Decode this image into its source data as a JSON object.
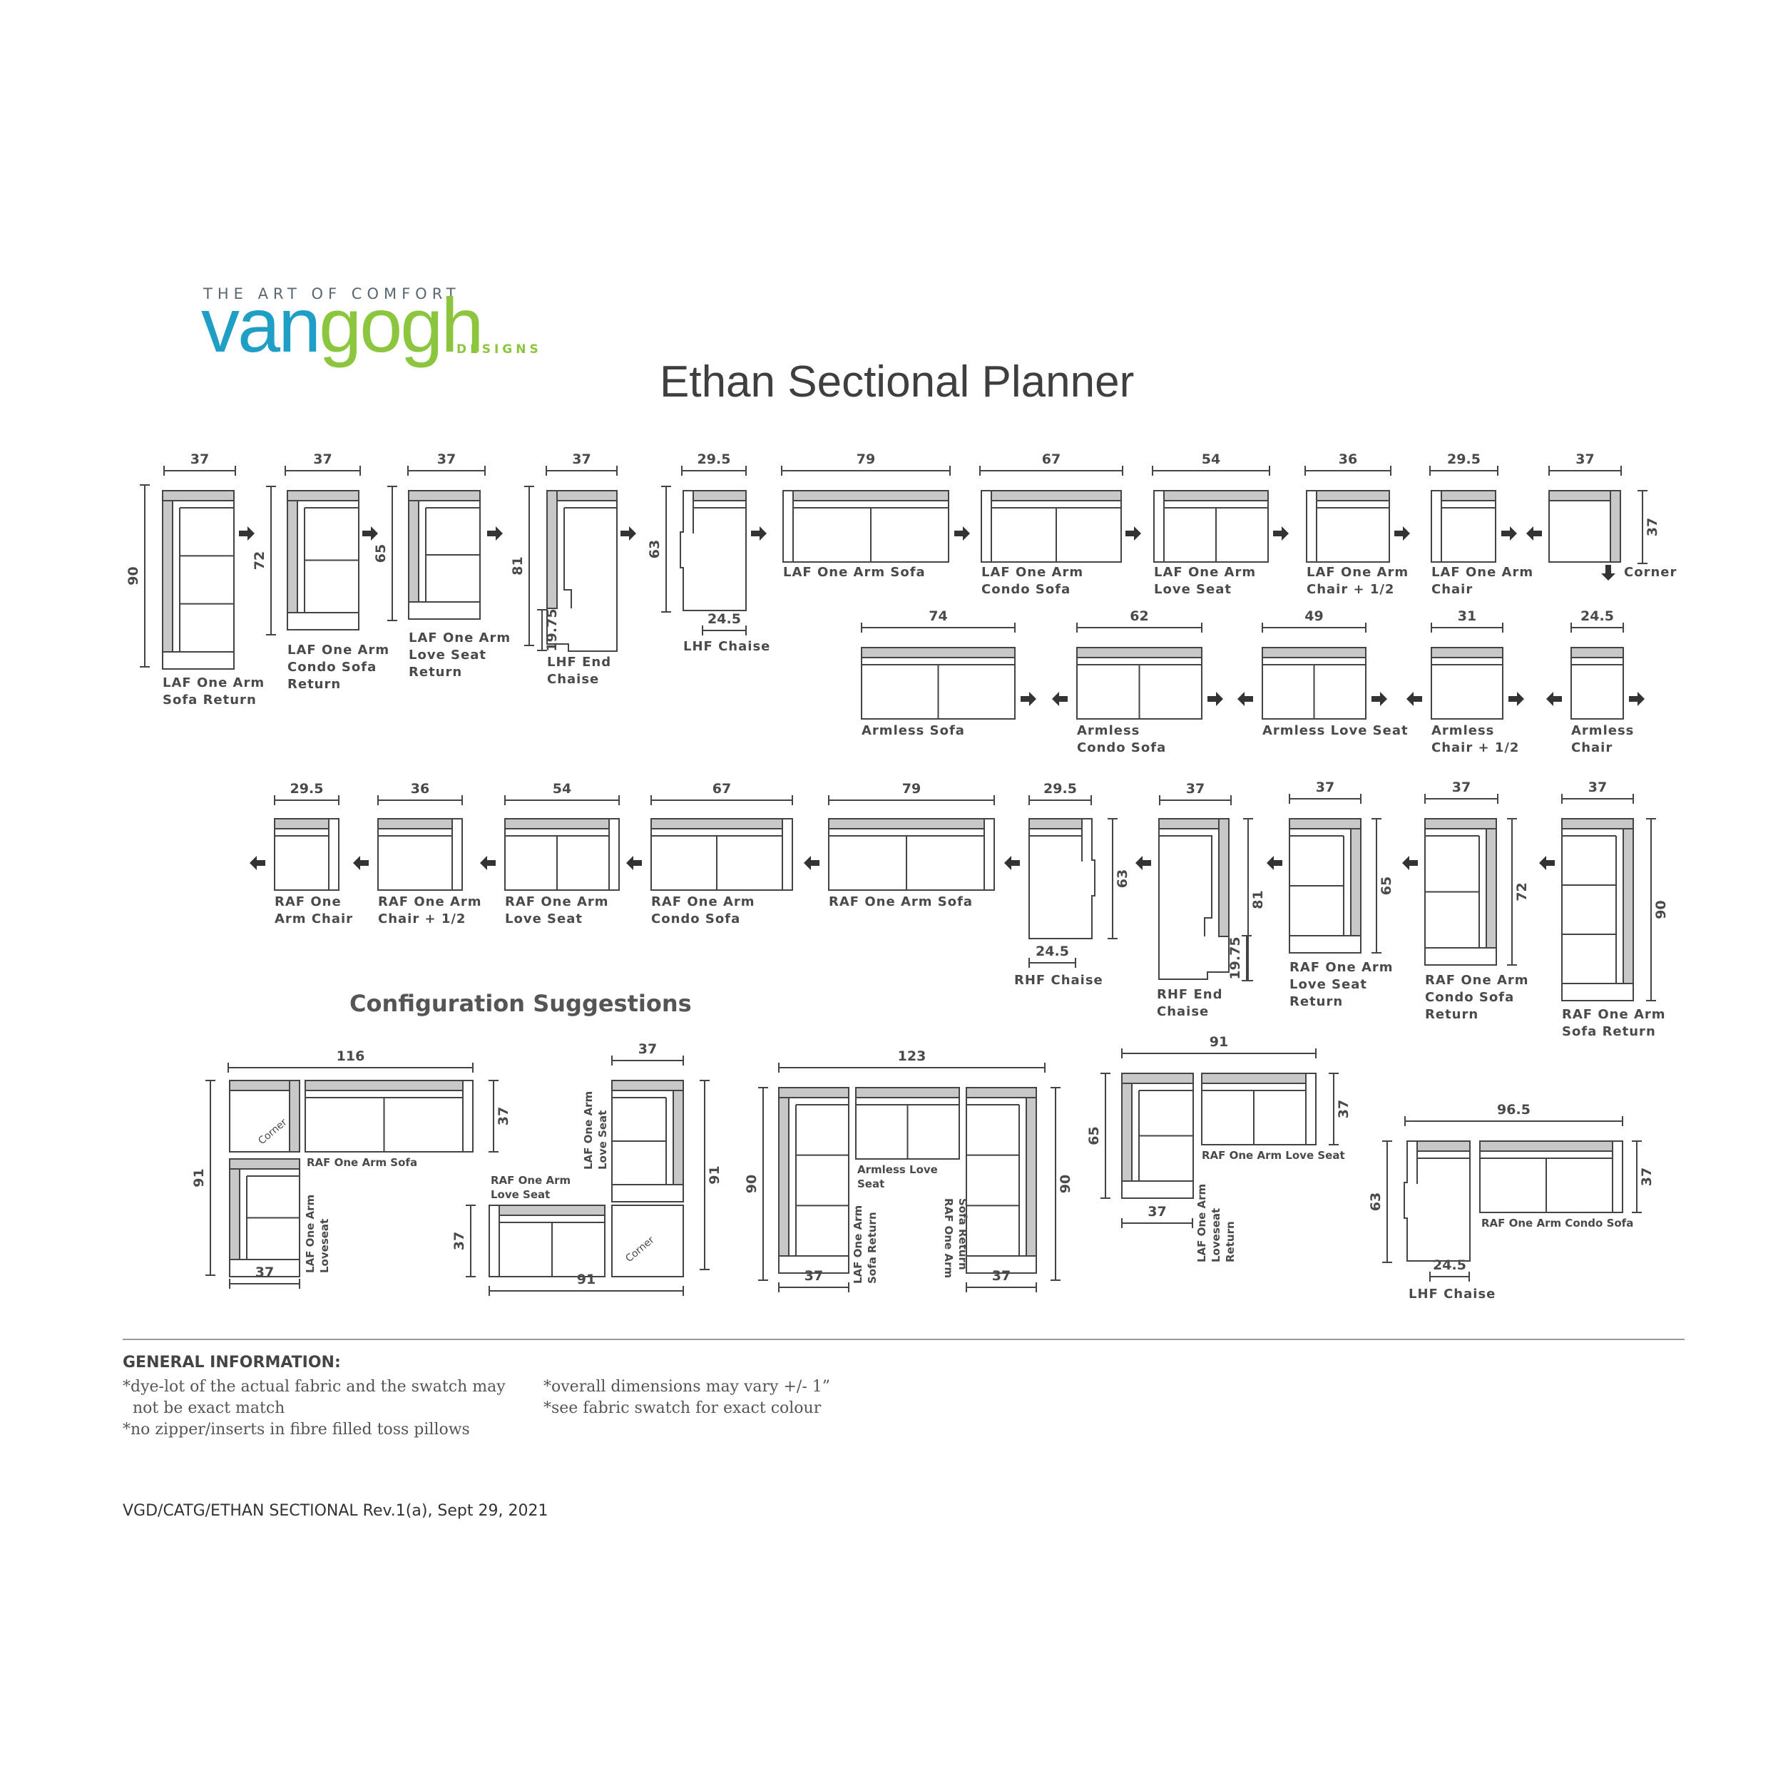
{
  "logo": {
    "tagline": "THE ART OF COMFORT",
    "van": "van",
    "gogh": "gogh",
    "designs": "DESIGNS"
  },
  "title": "Ethan Sectional Planner",
  "pieces_row1": [
    {
      "dims": [
        "37",
        "90"
      ],
      "label": [
        "LAF One Arm",
        "Sofa Return"
      ]
    },
    {
      "dims": [
        "37",
        "72"
      ],
      "label": [
        "LAF One Arm",
        "Condo Sofa",
        "Return"
      ]
    },
    {
      "dims": [
        "37",
        "65"
      ],
      "label": [
        "LAF One Arm",
        "Love Seat",
        "Return"
      ]
    },
    {
      "dims": [
        "37",
        "81",
        "19.75"
      ],
      "label": [
        "LHF End",
        "Chaise"
      ]
    },
    {
      "dims": [
        "29.5",
        "63",
        "24.5"
      ],
      "label": [
        "LHF Chaise"
      ]
    },
    {
      "dims": [
        "79"
      ],
      "label": [
        "LAF One Arm Sofa"
      ]
    },
    {
      "dims": [
        "67"
      ],
      "label": [
        "LAF One Arm",
        "Condo Sofa"
      ]
    },
    {
      "dims": [
        "54"
      ],
      "label": [
        "LAF One Arm",
        "Love Seat"
      ]
    },
    {
      "dims": [
        "36"
      ],
      "label": [
        "LAF One Arm",
        "Chair + 1/2"
      ]
    },
    {
      "dims": [
        "29.5"
      ],
      "label": [
        "LAF One Arm",
        "Chair"
      ]
    },
    {
      "dims": [
        "37",
        "37"
      ],
      "label": [
        "Corner"
      ]
    }
  ],
  "pieces_armless": [
    {
      "dims": [
        "74"
      ],
      "label": [
        "Armless Sofa"
      ]
    },
    {
      "dims": [
        "62"
      ],
      "label": [
        "Armless",
        "Condo Sofa"
      ]
    },
    {
      "dims": [
        "49"
      ],
      "label": [
        "Armless Love Seat"
      ]
    },
    {
      "dims": [
        "31"
      ],
      "label": [
        "Armless",
        "Chair + 1/2"
      ]
    },
    {
      "dims": [
        "24.5"
      ],
      "label": [
        "Armless",
        "Chair"
      ]
    }
  ],
  "pieces_row3": [
    {
      "dims": [
        "29.5"
      ],
      "label": [
        "RAF One",
        "Arm Chair"
      ]
    },
    {
      "dims": [
        "36"
      ],
      "label": [
        "RAF One Arm",
        "Chair + 1/2"
      ]
    },
    {
      "dims": [
        "54"
      ],
      "label": [
        "RAF One Arm",
        "Love Seat"
      ]
    },
    {
      "dims": [
        "67"
      ],
      "label": [
        "RAF One Arm",
        "Condo Sofa"
      ]
    },
    {
      "dims": [
        "79"
      ],
      "label": [
        "RAF One Arm Sofa"
      ]
    },
    {
      "dims": [
        "29.5",
        "63",
        "24.5"
      ],
      "label": [
        "RHF Chaise"
      ]
    },
    {
      "dims": [
        "37",
        "81",
        "19.75"
      ],
      "label": [
        "RHF End",
        "Chaise"
      ]
    },
    {
      "dims": [
        "37",
        "65"
      ],
      "label": [
        "RAF One Arm",
        "Love Seat",
        "Return"
      ]
    },
    {
      "dims": [
        "37",
        "72"
      ],
      "label": [
        "RAF One Arm",
        "Condo Sofa",
        "Return"
      ]
    },
    {
      "dims": [
        "37",
        "90"
      ],
      "label": [
        "RAF One Arm",
        "Sofa Return"
      ]
    }
  ],
  "config_heading": "Configuration Suggestions",
  "configs": [
    {
      "dims": [
        "116",
        "37",
        "91",
        "37"
      ],
      "labels": [
        "Corner",
        "RAF One Arm Sofa",
        "LAF One Arm",
        "Loveseat"
      ]
    },
    {
      "dims": [
        "37",
        "91",
        "37",
        "91"
      ],
      "labels": [
        "LAF One Arm",
        "Love Seat",
        "RAF One Arm",
        "Love Seat",
        "Corner"
      ]
    },
    {
      "dims": [
        "123",
        "90",
        "90",
        "37",
        "37"
      ],
      "labels": [
        "Armless Love",
        "Seat",
        "LAF One Arm",
        "Sofa Return",
        "RAF One Arm",
        "Sofa Return"
      ]
    },
    {
      "dims": [
        "91",
        "37",
        "65",
        "37"
      ],
      "labels": [
        "RAF One Arm Love Seat",
        "LAF One Arm",
        "Loveseat",
        "Return"
      ]
    },
    {
      "dims": [
        "96.5",
        "37",
        "63",
        "24.5"
      ],
      "labels": [
        "RAF One Arm Condo Sofa",
        "LHF Chaise"
      ]
    }
  ],
  "general": {
    "heading": "GENERAL INFORMATION:",
    "col1": [
      "*dye-lot of the actual fabric and the swatch may",
      "  not be exact match",
      "*no zipper/inserts in fibre filled toss pillows"
    ],
    "col2": [
      "*overall dimensions may vary +/- 1”",
      "*see fabric swatch for exact colour"
    ]
  },
  "revision": "VGD/CATG/ETHAN SECTIONAL Rev.1(a), Sept 29, 2021",
  "colors": {
    "line": "#444444",
    "back": "#c8c8c8",
    "text": "#4a4a4a",
    "van": "#1f9ec6",
    "gogh": "#8cc63f"
  }
}
